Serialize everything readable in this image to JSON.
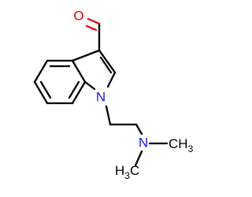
{
  "molecule": {
    "atoms": {
      "oxygen": "O",
      "indole_nitrogen": "N",
      "amine_nitrogen": "N",
      "methyl_right": "CH",
      "methyl_right_subscript": "3",
      "methyl_left_h": "H",
      "methyl_left_subscript": "3",
      "methyl_left_c": "C"
    },
    "colors": {
      "oxygen": "#e60000",
      "nitrogen": "#1a1ae6",
      "carbon_bond": "#000000"
    }
  }
}
